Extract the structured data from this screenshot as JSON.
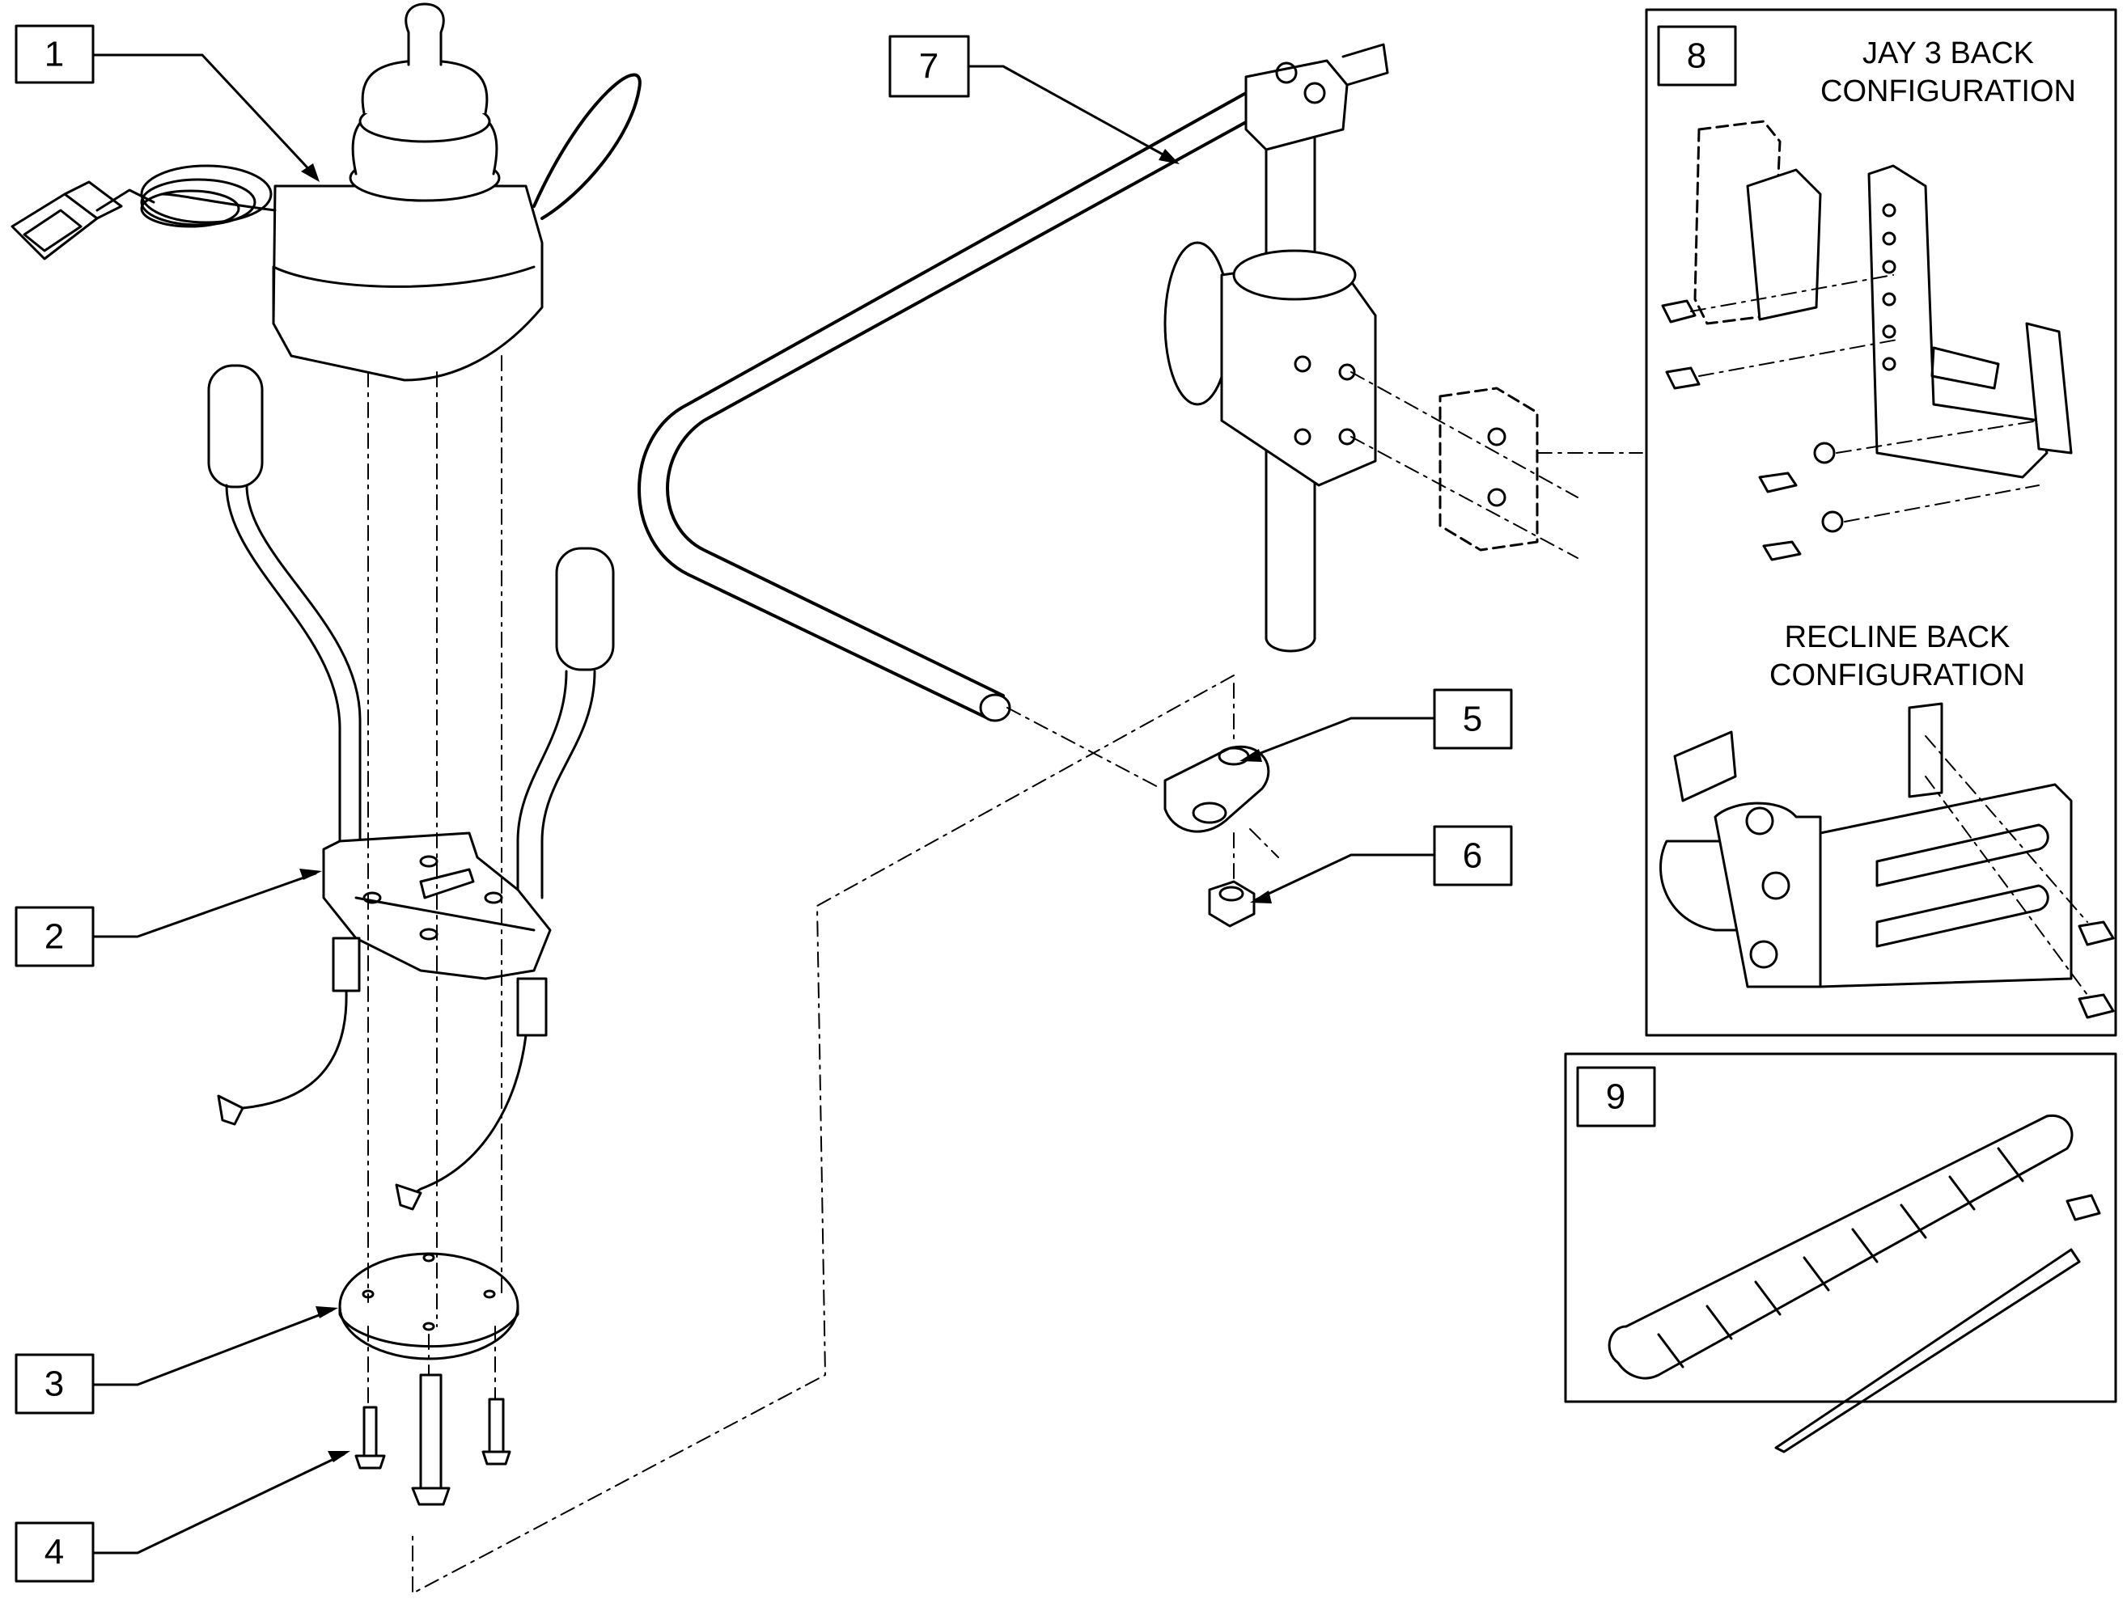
{
  "callouts": [
    {
      "id": "1",
      "label": "1"
    },
    {
      "id": "2",
      "label": "2"
    },
    {
      "id": "3",
      "label": "3"
    },
    {
      "id": "4",
      "label": "4"
    },
    {
      "id": "5",
      "label": "5"
    },
    {
      "id": "6",
      "label": "6"
    },
    {
      "id": "7",
      "label": "7"
    },
    {
      "id": "8",
      "label": "8"
    },
    {
      "id": "9",
      "label": "9"
    }
  ],
  "panel_8": {
    "title_line1": "JAY 3 BACK",
    "title_line2": "CONFIGURATION",
    "subtitle_line1": "RECLINE BACK",
    "subtitle_line2": "CONFIGURATION"
  },
  "colors": {
    "line": "#000000",
    "background": "#ffffff"
  }
}
